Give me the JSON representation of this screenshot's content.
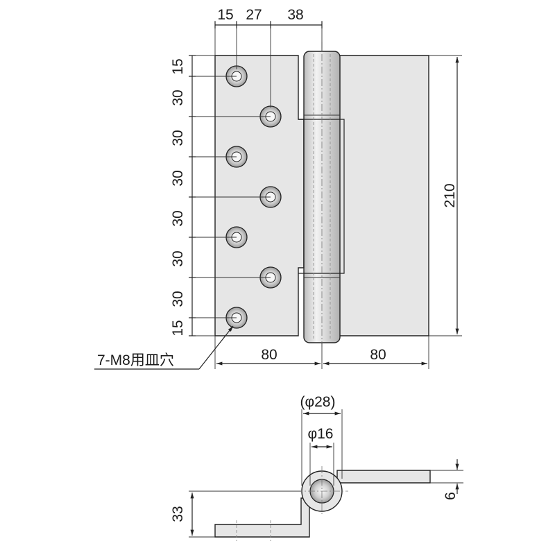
{
  "front_view": {
    "top_dims": [
      "15",
      "27",
      "38"
    ],
    "left_dims": [
      "15",
      "30",
      "30",
      "30",
      "30",
      "30",
      "30",
      "15"
    ],
    "height_dim": "210",
    "bottom_dims": [
      "80",
      "80"
    ],
    "hole_callout": "7-M8用皿穴"
  },
  "side_view": {
    "outer_diameter": "(φ28)",
    "inner_diameter": "φ16",
    "thickness": "6",
    "offset": "33"
  },
  "colors": {
    "plate": "#e6e6e6",
    "stroke": "#222222"
  }
}
